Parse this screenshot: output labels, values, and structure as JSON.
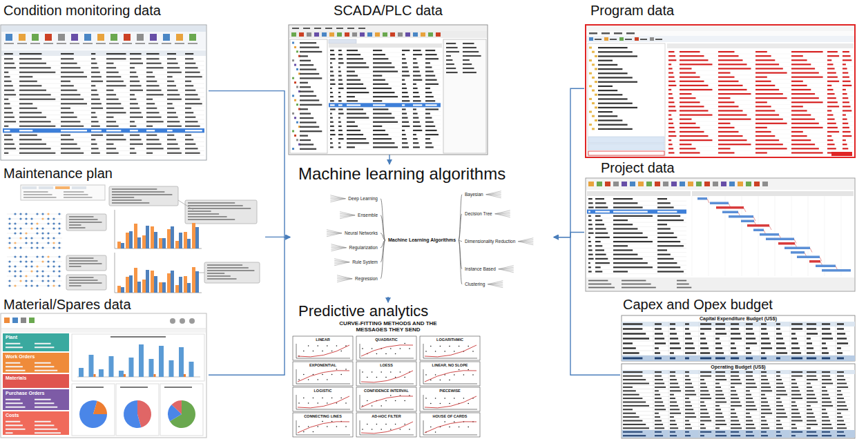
{
  "diagram": {
    "nodes": [
      {
        "text": [
          "Condition monitoring data"
        ]
      },
      {
        "text": [
          "Maintenance plan"
        ]
      },
      {
        "text": [
          "Material/Spares data"
        ]
      },
      {
        "text": [
          "SCADA/PLC data"
        ]
      },
      {
        "text": [
          "Machine learning algorithms"
        ]
      },
      {
        "text": [
          "Predictive analytics"
        ]
      },
      {
        "text": [
          "Program data"
        ]
      },
      {
        "text": [
          "Project data"
        ]
      },
      {
        "text": [
          "Capex and Opex budget"
        ]
      }
    ],
    "edges": [
      {
        "from": 0,
        "to": 4,
        "arrow": "to"
      },
      {
        "from": 1,
        "to": 4,
        "arrow": "to"
      },
      {
        "from": 2,
        "to": 4,
        "arrow": "to"
      },
      {
        "from": 3,
        "to": 4,
        "arrow": "to"
      },
      {
        "from": 6,
        "to": 4,
        "arrow": "to"
      },
      {
        "from": 7,
        "to": 4,
        "arrow": "to"
      },
      {
        "from": 8,
        "to": 4,
        "arrow": "to"
      },
      {
        "from": 4,
        "to": 5,
        "arrow": "to"
      }
    ],
    "labels": [
      "Machine Learning Algorithms",
      "Deep Learning",
      "Ensemble",
      "Neural Networks",
      "Regularization",
      "Rule System",
      "Regression",
      "Bayesian",
      "Decision Tree",
      "Dimensionality Reduction",
      "Instance Based",
      "Clustering",
      "CURVE-FITTING METHODS AND THE MESSAGES THEY SEND",
      "LINEAR",
      "QUADRATIC",
      "LOGARITHMIC",
      "EXPONENTIAL",
      "LOESS",
      "LINEAR, NO SLOPE",
      "LOGISTIC",
      "CONFIDENCE INTERVAL",
      "PIECEWISE",
      "CONNECTING LINES",
      "AD-HOC FILTER",
      "HOUSE OF CARDS",
      "Capital Expenditure Budget (US$)",
      "Operating Budget (US$)",
      "Plant",
      "Work Orders",
      "Materials",
      "Purchase Orders",
      "Costs"
    ]
  }
}
